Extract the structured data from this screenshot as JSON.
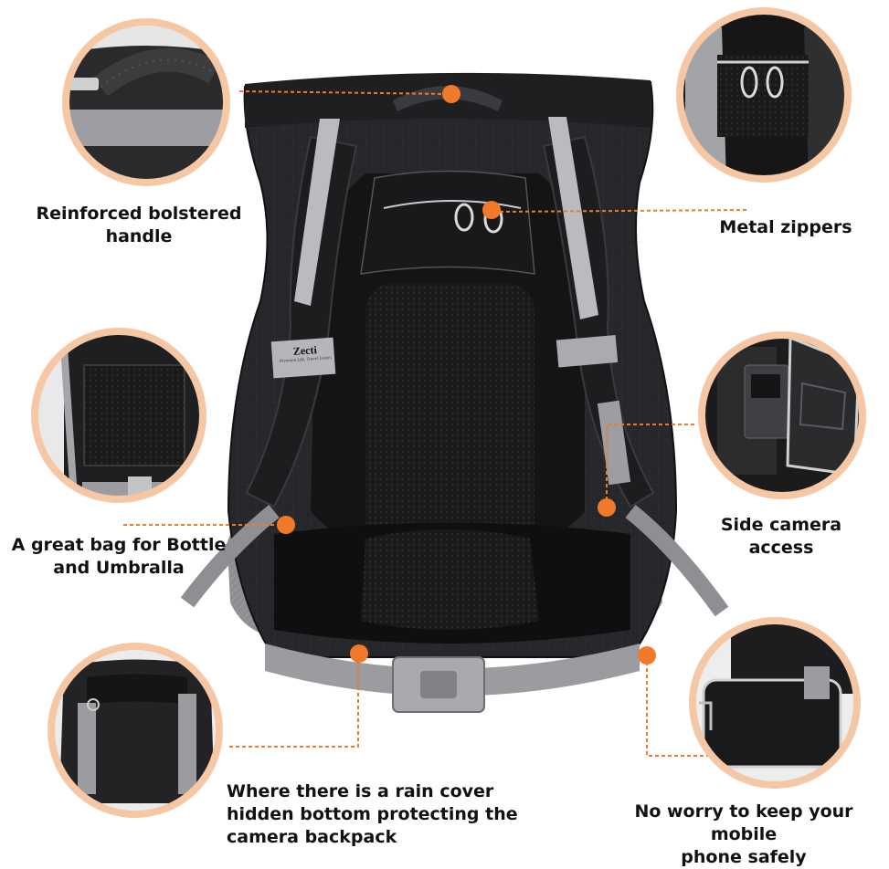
{
  "brand": {
    "logo_text": "Zecti",
    "logo_tagline": "Premium Life, Travel Lovers"
  },
  "colors": {
    "accent": "#f07a2a",
    "ring": "#f6c7a4",
    "bag_black": "#1c1c1e",
    "bag_grey": "#8d8f93",
    "strap_light": "#b9bbbe"
  },
  "callouts": [
    {
      "id": "handle",
      "label": "Reinforced bolstered\nhandle"
    },
    {
      "id": "zippers",
      "label": "Metal zippers"
    },
    {
      "id": "bottle",
      "label": "A great bag for Bottle\nand Umbralla"
    },
    {
      "id": "camera",
      "label": "Side camera\naccess"
    },
    {
      "id": "raincover",
      "label": "Where there is a rain cover\nhidden bottom protecting the\ncamera backpack"
    },
    {
      "id": "phone",
      "label": "No worry to keep your mobile\nphone safely"
    }
  ]
}
